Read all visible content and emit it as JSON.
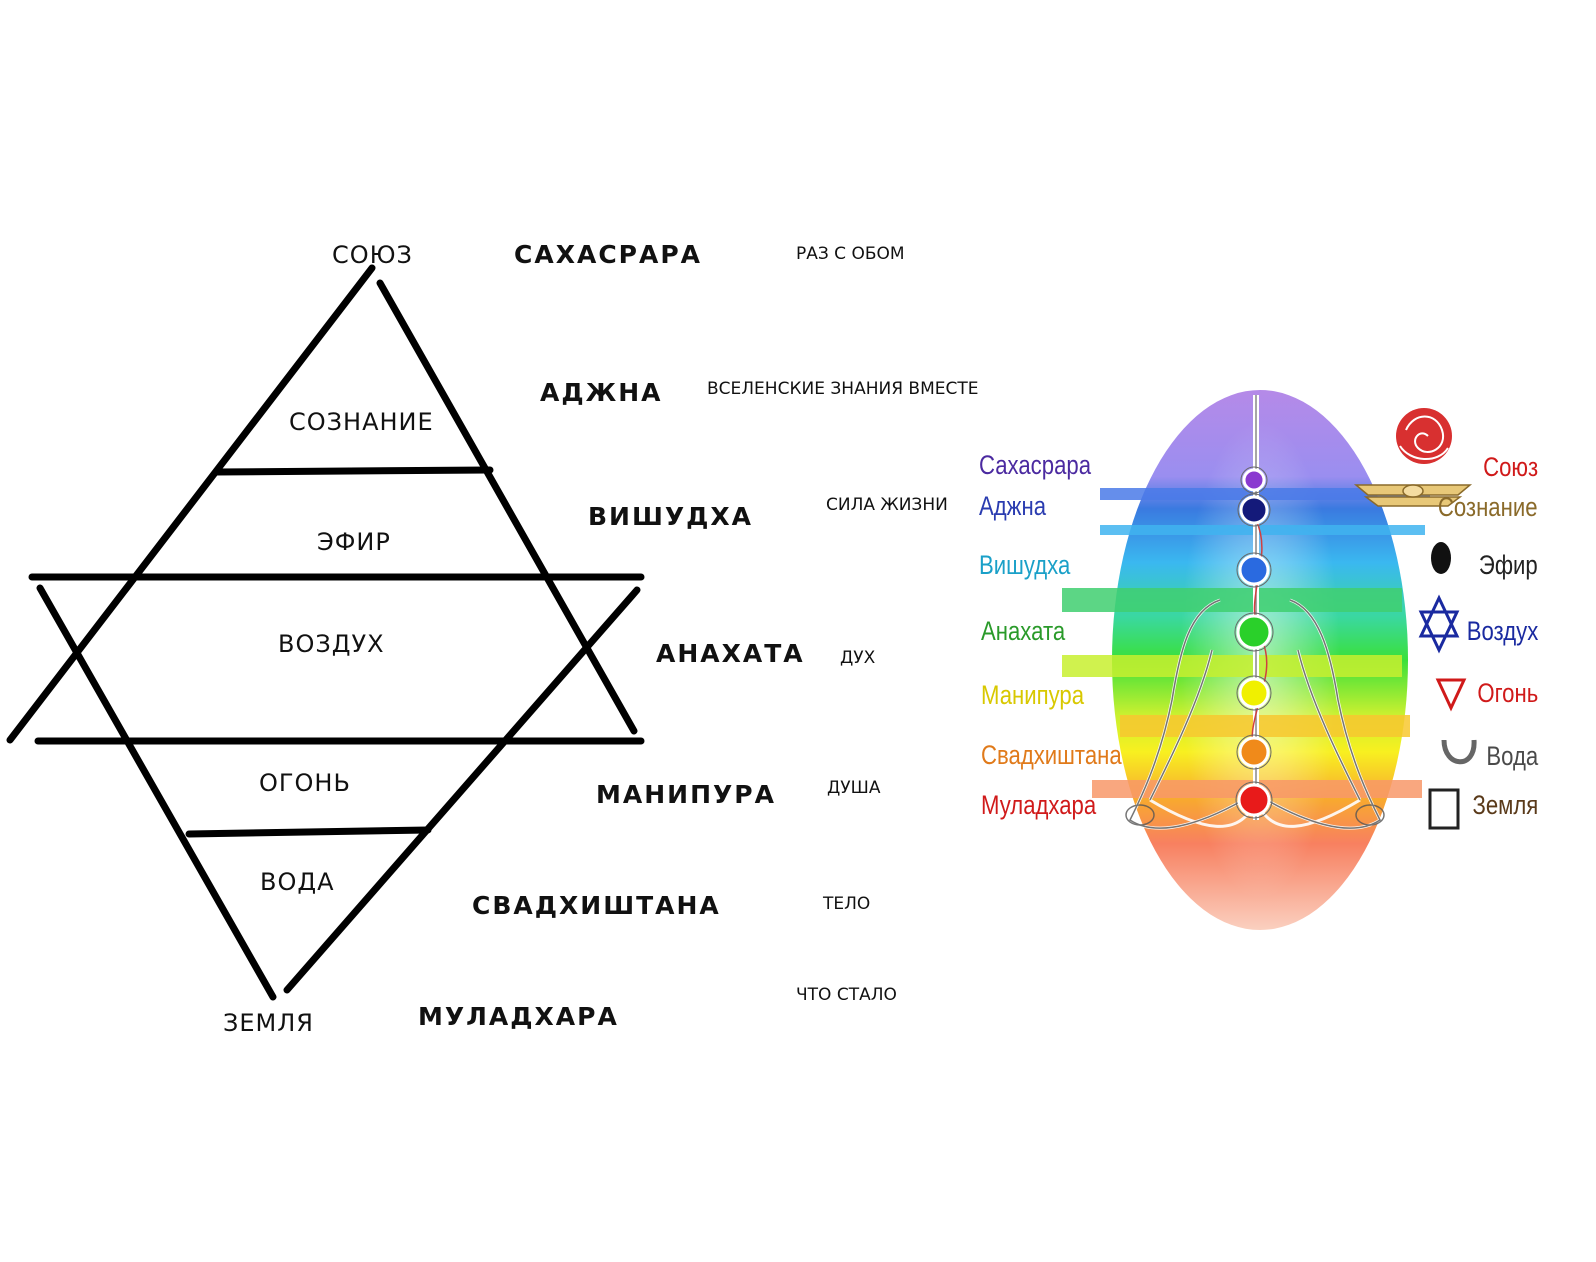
{
  "triangle": {
    "top": "СОЮЗ",
    "consciousness": "СОЗНАНИЕ",
    "ether": "ЭФИР",
    "air": "ВОЗДУХ",
    "fire": "ОГОНЬ",
    "water": "ВОДА",
    "bottom": "ЗЕМЛЯ"
  },
  "chakras": [
    {
      "name": "САХАСРАРА",
      "desc": "РАЗ С ОБОМ"
    },
    {
      "name": "АДЖНА",
      "desc": "ВСЕЛЕНСКИЕ ЗНАНИЯ ВМЕСТЕ"
    },
    {
      "name": "ВИШУДХА",
      "desc": "СИЛА ЖИЗНИ"
    },
    {
      "name": "АНАХАТА",
      "desc": "ДУХ"
    },
    {
      "name": "МАНИПУРА",
      "desc": "ДУША"
    },
    {
      "name": "СВАДХИШТАНА",
      "desc": "ТЕЛО"
    },
    {
      "name": "МУЛАДХАРА",
      "desc": "ЧТО СТАЛО"
    }
  ],
  "picture": {
    "left_labels": [
      {
        "text": "Сахасрара",
        "color": "#4b2aa0"
      },
      {
        "text": "Аджна",
        "color": "#2a3cb0"
      },
      {
        "text": "Вишудха",
        "color": "#1aa0c8"
      },
      {
        "text": "Анахата",
        "color": "#2a9a2a"
      },
      {
        "text": "Манипура",
        "color": "#d8c800"
      },
      {
        "text": "Свадхиштана",
        "color": "#e07a1a"
      },
      {
        "text": "Муладхара",
        "color": "#d01a1a"
      }
    ],
    "right_labels": [
      {
        "text": "Союз",
        "color": "#d01a1a",
        "icon": "rose-icon"
      },
      {
        "text": "Сознание",
        "color": "#8a6a2a",
        "icon": "winged-disc-icon"
      },
      {
        "text": "Эфир",
        "color": "#222222",
        "icon": "ether-dot-icon"
      },
      {
        "text": "Воздух",
        "color": "#1a2aa0",
        "icon": "hexagram-icon"
      },
      {
        "text": "Огонь",
        "color": "#d01a1a",
        "icon": "triangle-down-icon"
      },
      {
        "text": "Вода",
        "color": "#4a4a4a",
        "icon": "crescent-icon"
      },
      {
        "text": "Земля",
        "color": "#5a3a1a",
        "icon": "square-icon"
      }
    ],
    "chakra_colors": [
      "#8a3ad0",
      "#141a7a",
      "#2a6ae0",
      "#2ad02a",
      "#f0f000",
      "#f08a1a",
      "#e81a1a"
    ]
  }
}
